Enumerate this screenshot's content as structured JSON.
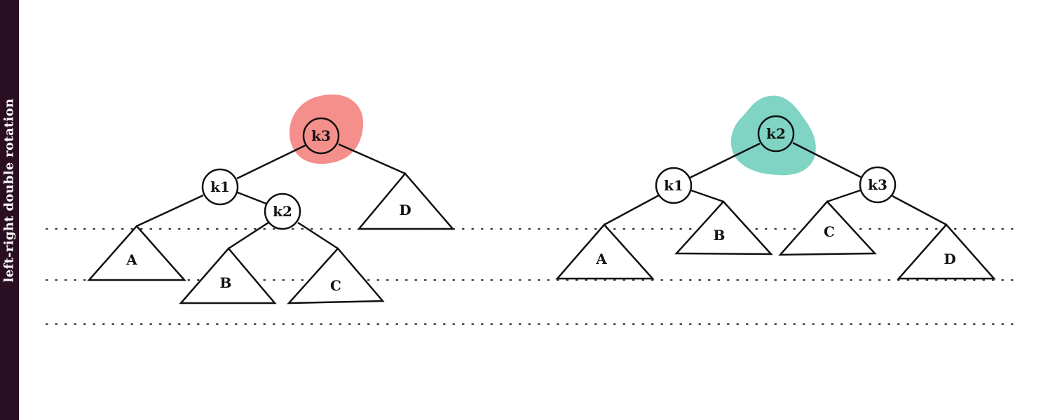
{
  "sidebar": {
    "title": "left-right double rotation"
  },
  "colors": {
    "sidebar_bg": "#2a0e22",
    "before_highlight": "#f58f8b",
    "after_highlight": "#7fd4c3"
  },
  "before": {
    "nodes": {
      "k3": "k3",
      "k1": "k1",
      "k2": "k2"
    },
    "subtrees": {
      "A": "A",
      "B": "B",
      "C": "C",
      "D": "D"
    }
  },
  "after": {
    "nodes": {
      "k2": "k2",
      "k1": "k1",
      "k3": "k3"
    },
    "subtrees": {
      "A": "A",
      "B": "B",
      "C": "C",
      "D": "D"
    }
  }
}
